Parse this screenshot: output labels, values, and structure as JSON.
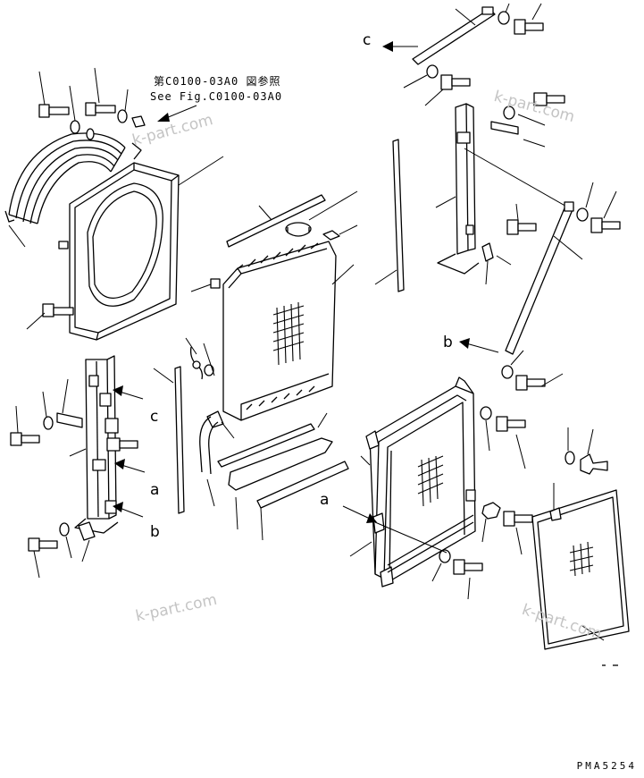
{
  "reference": {
    "japanese": "第C0100-03A0 図参照",
    "english": "See Fig.C0100-03A0"
  },
  "callouts": {
    "a": "a",
    "b": "b",
    "c": "c"
  },
  "drawing_code": "PMA5254",
  "watermark": "k-part.com",
  "colors": {
    "line": "#000000",
    "watermark": "#c4c4c4",
    "background": "#ffffff"
  }
}
